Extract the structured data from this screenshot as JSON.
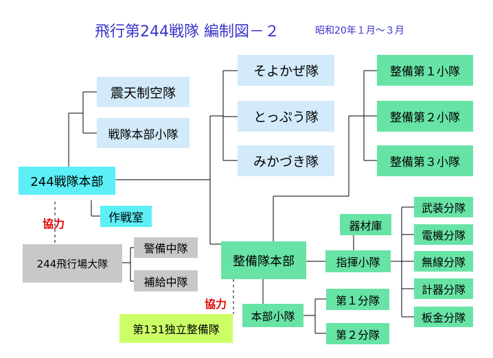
{
  "header": {
    "title": "飛行第244戦隊 編制図－２",
    "subtitle": "昭和20年１月～３月"
  },
  "coop_label": "協力",
  "colors": {
    "title": "#3a33c9",
    "light_blue": "#d2eafa",
    "cyan": "#5cf0f6",
    "grey": "#c8c8c8",
    "green": "#68e3a6",
    "lime": "#ccff66",
    "coop": "#e00000"
  },
  "units": {
    "hq": "244戦隊本部",
    "shinten": "震天制空隊",
    "hq_platoon": "戦隊本部小隊",
    "ops_room": "作戦室",
    "airfield_bn": "244飛行場大隊",
    "guard_co": "警備中隊",
    "supply_co": "補給中隊",
    "soyokaze": "そよかぜ隊",
    "toppu": "とっぷう隊",
    "mikazuki": "みかづき隊",
    "maint_1": "整備第１小隊",
    "maint_2": "整備第２小隊",
    "maint_3": "整備第３小隊",
    "maint_hq": "整備隊本部",
    "materiel": "器材庫",
    "command_platoon": "指揮小隊",
    "hq_small": "本部小隊",
    "squad_1": "第１分隊",
    "squad_2": "第２分隊",
    "weapons": "武装分隊",
    "electrical": "電機分隊",
    "radio": "無線分隊",
    "instruments": "計器分隊",
    "sheetmetal": "板金分隊",
    "independent": "第131独立整備隊"
  }
}
